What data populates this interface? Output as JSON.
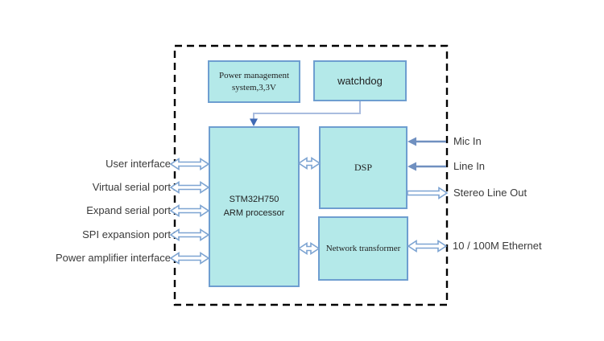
{
  "diagram": {
    "blocks": {
      "power_mgmt": {
        "line1": "Power management",
        "line2": "system,3,3V"
      },
      "watchdog": {
        "label": "watchdog"
      },
      "stm32": {
        "line1": "STM32H750",
        "line2": "ARM processor"
      },
      "dsp": {
        "label": "DSP"
      },
      "network": {
        "label": "Network transformer"
      }
    },
    "left_labels": [
      "User interface",
      "Virtual serial port",
      "Expand serial port",
      "SPI expansion port",
      "Power amplifier interface"
    ],
    "right_labels": [
      "Mic In",
      "Line In",
      "Stereo Line Out",
      "10 / 100M Ethernet"
    ]
  },
  "colors": {
    "block_fill": "#b4e9e9",
    "block_border": "#6e9ed0",
    "block_text": "#1f1f1f",
    "label_text": "#3a3a3a",
    "arrow_outline": "#7da4d2",
    "arrow_solid": "#7090c0",
    "elbow_line": "#a9bcdf",
    "elbow_head": "#3f6ab5"
  }
}
